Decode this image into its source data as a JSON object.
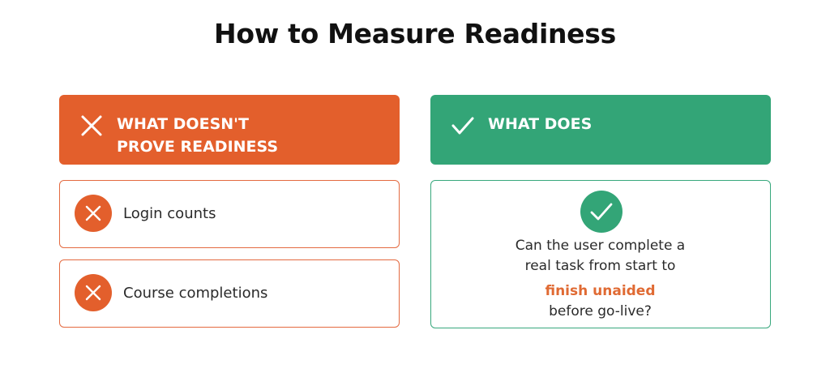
{
  "title": "How to Measure Readiness",
  "colors": {
    "bad_accent": "#e35f2c",
    "good_accent": "#33a577",
    "highlight_text": "#e06a33"
  },
  "left_column": {
    "header_icon": "x-icon",
    "header_line1": "WHAT DOESN'T",
    "header_line2": "PROVE READINESS",
    "items": [
      {
        "icon": "x-circle-icon",
        "label": "Login counts"
      },
      {
        "icon": "x-circle-icon",
        "label": "Course completions"
      }
    ]
  },
  "right_column": {
    "header_icon": "check-icon",
    "header_label": "WHAT DOES",
    "card_icon": "check-circle-icon",
    "line1": "Can the user complete a",
    "line2": "real task from start to",
    "highlight": "finish unaided",
    "line4": "before go-live?"
  }
}
